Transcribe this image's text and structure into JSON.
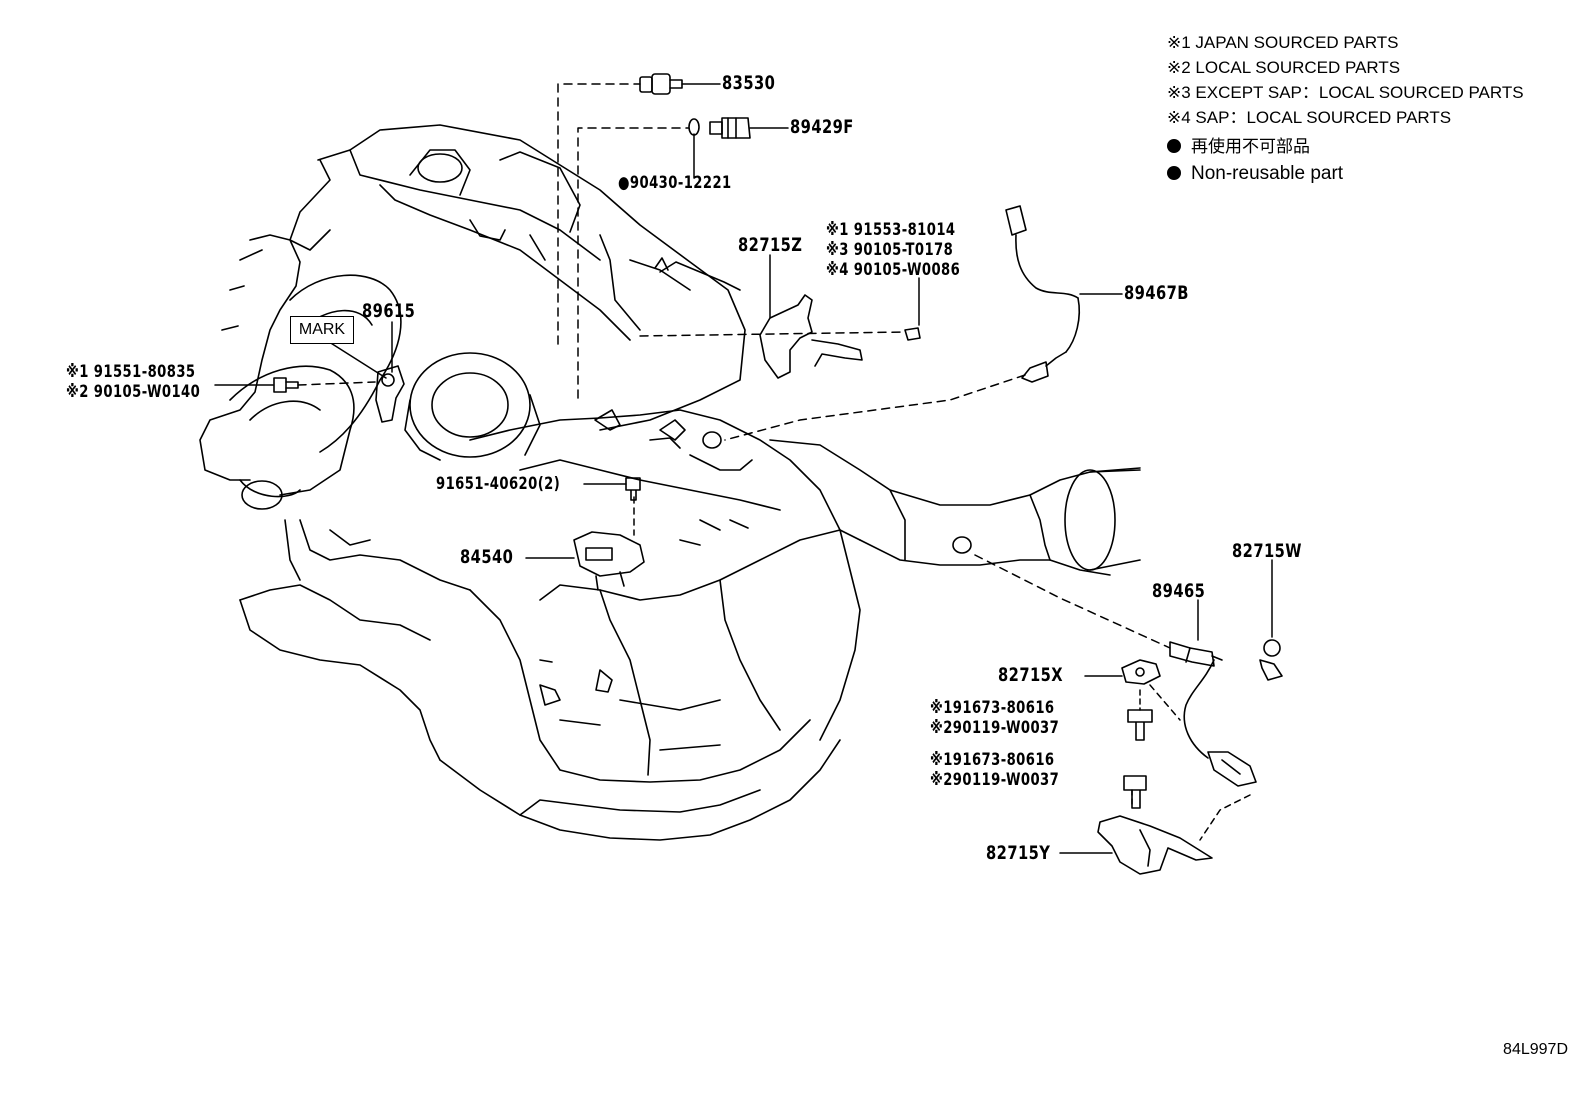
{
  "legend": {
    "l1": "※1 JAPAN SOURCED PARTS",
    "l2": "※2 LOCAL SOURCED PARTS",
    "l3": "※3 EXCEPT SAP：LOCAL SOURCED PARTS",
    "l4": "※4 SAP：LOCAL SOURCED PARTS",
    "l5": "再使用不可部品",
    "l6": "Non-reusable part"
  },
  "parts": {
    "p83530": "83530",
    "p89429F": "89429F",
    "p90430": "●90430-12221",
    "p82715Z": "82715Z",
    "z1": "※1 91553-81014",
    "z3": "※3 90105-T0178",
    "z4": "※4 90105-W0086",
    "p89467B": "89467B",
    "p89615": "89615",
    "mark": "MARK",
    "b1": "※1 91551-80835",
    "b2": "※2 90105-W0140",
    "p91651": "91651-40620(2)",
    "p84540": "84540",
    "p82715W": "82715W",
    "p89465": "89465",
    "p82715X": "82715X",
    "x1": "※191673-80616",
    "x2": "※290119-W0037",
    "y1": "※191673-80616",
    "y2": "※290119-W0037",
    "p82715Y": "82715Y"
  },
  "figure_ref": "84L997D"
}
